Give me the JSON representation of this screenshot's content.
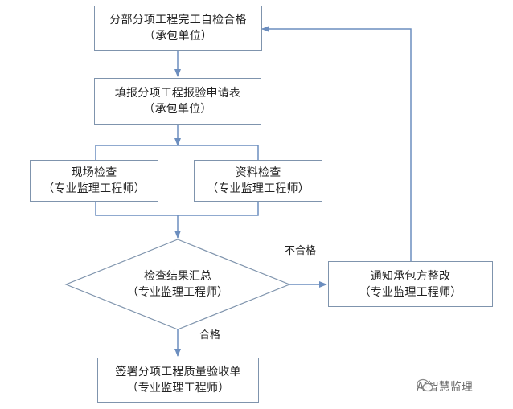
{
  "flowchart": {
    "steps": {
      "self_check": {
        "line1": "分部分项工程完工自检合格",
        "line2": "（承包单位）"
      },
      "fill_form": {
        "line1": "填报分项工程报验申请表",
        "line2": "（承包单位）"
      },
      "site_check": {
        "line1": "现场检查",
        "line2": "（专业监理工程师）"
      },
      "doc_check": {
        "line1": "资料检查",
        "line2": "（专业监理工程师）"
      },
      "summary": {
        "line1": "检查结果汇总",
        "line2": "（专业监理工程师）"
      },
      "rectify": {
        "line1": "通知承包方整改",
        "line2": "（专业监理工程师）"
      },
      "sign": {
        "line1": "签署分项工程质量验收单",
        "line2": "（专业监理工程师）"
      }
    },
    "labels": {
      "fail": "不合格",
      "pass": "合格"
    },
    "colors": {
      "line": "#6c8ebf",
      "border": "#7f94ad"
    }
  },
  "watermark": {
    "icon": "wechat-icon",
    "text": "AI智慧监理"
  }
}
